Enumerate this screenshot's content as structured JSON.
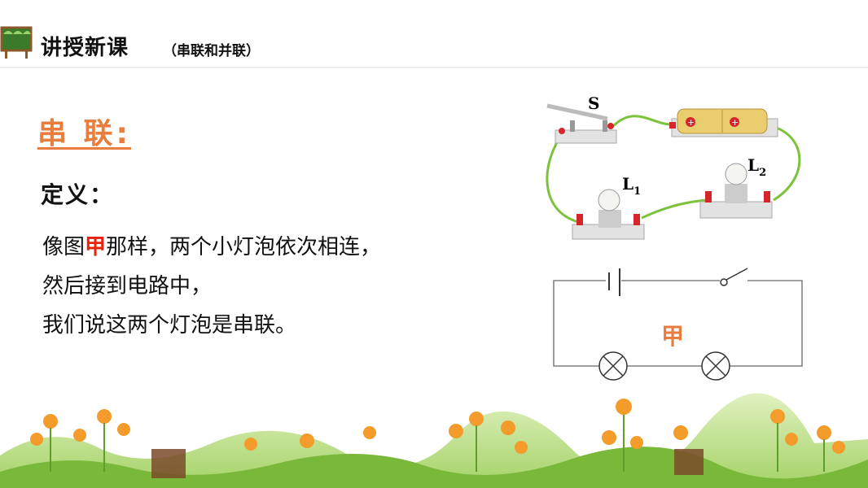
{
  "header": {
    "title": "讲授新课",
    "subtitle": "（串联和并联）",
    "icon": "blackboard-icon"
  },
  "section": {
    "title": "串 联:",
    "definition_label": "定义：",
    "paragraph": {
      "line1_pre": "像图",
      "line1_highlight": "甲",
      "line1_post": "那样，两个小灯泡依次相连，",
      "line2": "然后接到电路中，",
      "line3": "我们说这两个灯泡是串联。"
    }
  },
  "figure": {
    "switch_label": "S",
    "lamp1_label": "L",
    "lamp1_sub": "1",
    "lamp2_label": "L",
    "lamp2_sub": "2",
    "schematic_label": "甲"
  },
  "colors": {
    "accent_orange": "#e87d3e",
    "highlight_red": "#e8200c",
    "wire_green": "#7cc23b"
  }
}
